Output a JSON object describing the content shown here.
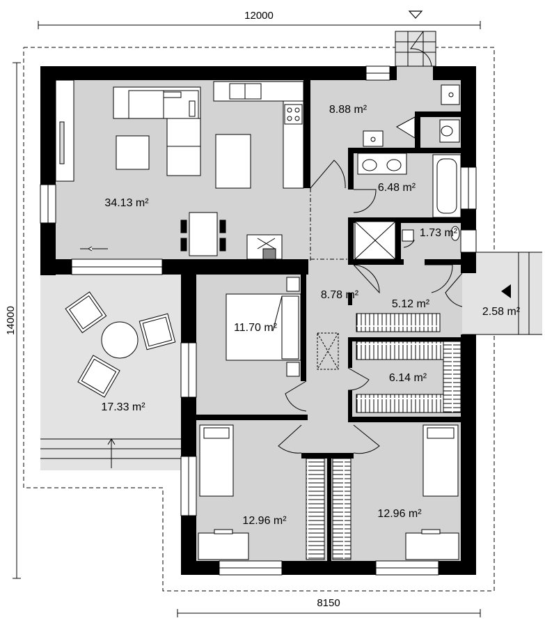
{
  "dimensions": {
    "top": "12000",
    "left": "14000",
    "bottom": "8150"
  },
  "rooms": [
    {
      "id": "living",
      "area": "34.13 m²"
    },
    {
      "id": "hall-entry",
      "area": "8.88 m²"
    },
    {
      "id": "bathroom",
      "area": "6.48 m²"
    },
    {
      "id": "wc",
      "area": "1.73 m²"
    },
    {
      "id": "hallway",
      "area": "8.78 m²"
    },
    {
      "id": "closet-1",
      "area": "5.12 m²"
    },
    {
      "id": "porch",
      "area": "2.58 m²"
    },
    {
      "id": "bedroom-master",
      "area": "11.70 m²"
    },
    {
      "id": "closet-2",
      "area": "6.14 m²"
    },
    {
      "id": "terrace",
      "area": "17.33 m²"
    },
    {
      "id": "bedroom-left",
      "area": "12.96 m²"
    },
    {
      "id": "bedroom-right",
      "area": "12.96 m²"
    }
  ],
  "colors": {
    "floor": "#d3d3d3",
    "wall": "#000000",
    "terrace": "#e3e3e3",
    "furniture": "#ffffff"
  }
}
